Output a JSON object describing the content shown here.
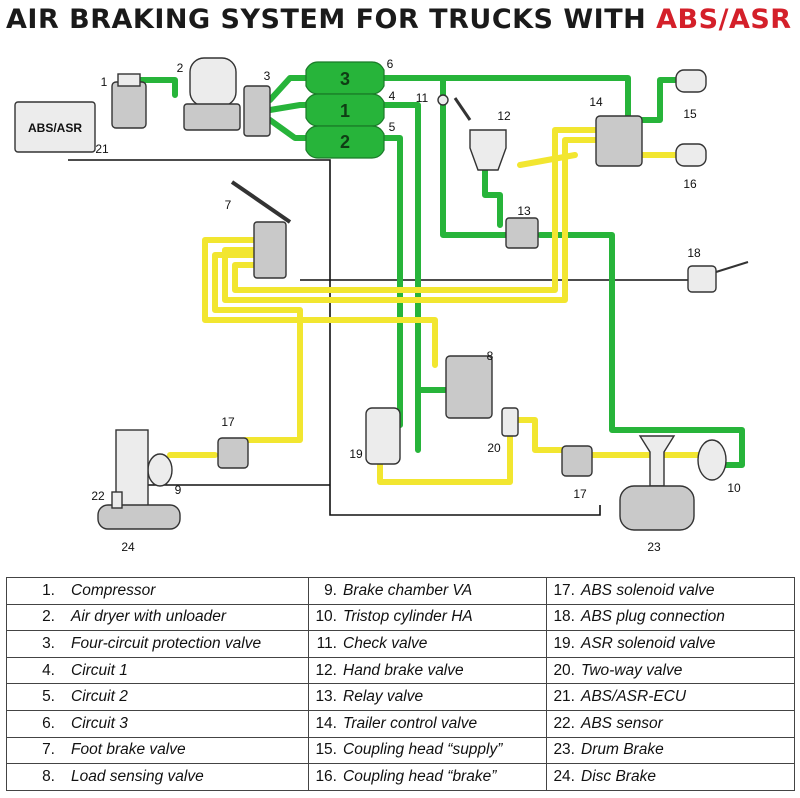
{
  "title": {
    "main": "AIR BRAKING SYSTEM FOR TRUCKS WITH",
    "highlight": "ABS/ASR"
  },
  "colors": {
    "supply_pipe": "#27b43a",
    "brake_pipe": "#f2e630",
    "title_highlight": "#d4202a"
  },
  "ecu_label": "ABS/ASR",
  "circuit_tanks": [
    {
      "number": "3",
      "ref": "6"
    },
    {
      "number": "1",
      "ref": "4"
    },
    {
      "number": "2",
      "ref": "5"
    }
  ],
  "component_numbers": [
    "1",
    "2",
    "3",
    "4",
    "5",
    "6",
    "7",
    "8",
    "9",
    "10",
    "11",
    "12",
    "13",
    "14",
    "15",
    "16",
    "17",
    "17",
    "18",
    "19",
    "20",
    "21",
    "22",
    "23",
    "24"
  ],
  "legend": [
    {
      "number": "1.",
      "label": "Compressor"
    },
    {
      "number": "2.",
      "label": "Air dryer with unloader"
    },
    {
      "number": "3.",
      "label": "Four-circuit protection valve"
    },
    {
      "number": "4.",
      "label": "Circuit 1"
    },
    {
      "number": "5.",
      "label": "Circuit 2"
    },
    {
      "number": "6.",
      "label": "Circuit 3"
    },
    {
      "number": "7.",
      "label": "Foot brake valve"
    },
    {
      "number": "8.",
      "label": "Load sensing valve"
    },
    {
      "number": "9.",
      "label": "Brake chamber VA"
    },
    {
      "number": "10.",
      "label": "Tristop cylinder HA"
    },
    {
      "number": "11.",
      "label": "Check valve"
    },
    {
      "number": "12.",
      "label": "Hand brake valve"
    },
    {
      "number": "13.",
      "label": "Relay valve"
    },
    {
      "number": "14.",
      "label": "Trailer control valve"
    },
    {
      "number": "15.",
      "label": "Coupling head “supply”"
    },
    {
      "number": "16.",
      "label": "Coupling head “brake”"
    },
    {
      "number": "17.",
      "label": "ABS solenoid valve"
    },
    {
      "number": "18.",
      "label": "ABS plug connection"
    },
    {
      "number": "19.",
      "label": "ASR solenoid valve"
    },
    {
      "number": "20.",
      "label": "Two-way valve"
    },
    {
      "number": "21.",
      "label": "ABS/ASR-ECU"
    },
    {
      "number": "22.",
      "label": "ABS sensor"
    },
    {
      "number": "23.",
      "label": "Drum Brake"
    },
    {
      "number": "24.",
      "label": "Disc Brake"
    }
  ]
}
